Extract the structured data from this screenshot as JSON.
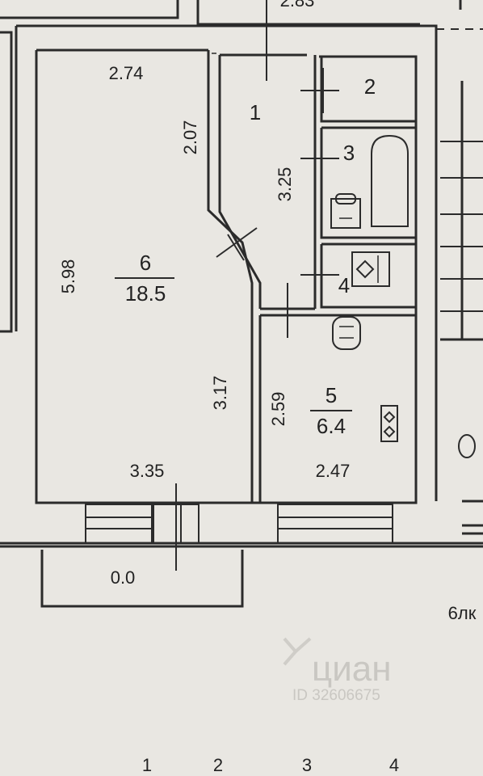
{
  "header": {
    "top_label": "2.83"
  },
  "rooms": [
    {
      "number": "1"
    },
    {
      "number": "2"
    },
    {
      "number": "3"
    },
    {
      "number": "4"
    },
    {
      "number": "5",
      "area": "6.4"
    },
    {
      "number": "6",
      "area": "18.5"
    }
  ],
  "dimensions": {
    "room6_top": "2.74",
    "room6_left": "5.98",
    "room6_upper_right": "2.07",
    "room6_lower_right": "3.17",
    "room6_bottom": "3.35",
    "room1_height": "3.25",
    "room5_left": "2.59",
    "room5_bottom": "2.47",
    "balcony": "0.0"
  },
  "labels": {
    "balcony_side": "6лк"
  },
  "watermark": {
    "brand": "циан",
    "id": "ID 32606675"
  },
  "bottom_numbers": [
    "1",
    "2",
    "3",
    "4"
  ]
}
